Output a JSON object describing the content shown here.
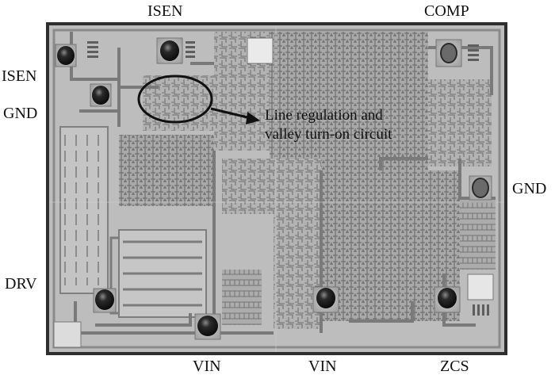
{
  "pin_labels": {
    "isen_top": "ISEN",
    "comp": "COMP",
    "isen_left": "ISEN",
    "gnd_left": "GND",
    "gnd_right": "GND",
    "drv": "DRV",
    "vin_1": "VIN",
    "vin_2": "VIN",
    "zcs": "ZCS"
  },
  "annotation": {
    "line1": "Line regulation and",
    "line2": "valley turn-on circuit"
  },
  "colors": {
    "die_background": "#bdbdbd",
    "metal_trace": "#7d7d7d",
    "pad_ball": "#1a1a1a",
    "label_text": "#111111"
  }
}
